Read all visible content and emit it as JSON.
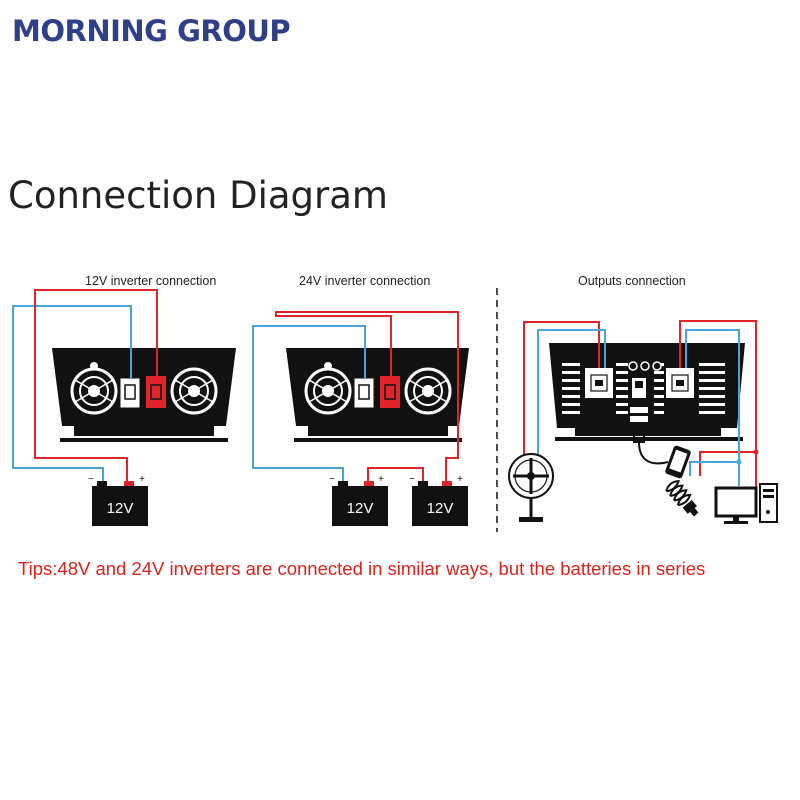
{
  "brand": {
    "name": "MORNING GROUP",
    "color": "#2f3f88"
  },
  "heading": "Connection Diagram",
  "colors": {
    "positive_wire": "#e0242b",
    "negative_wire": "#4aa3d9",
    "device": "#111111",
    "tips": "#d9241c"
  },
  "panels": [
    {
      "title": "12V inverter connection",
      "batteries": [
        {
          "label": "12V"
        }
      ]
    },
    {
      "title": "24V inverter connection",
      "batteries": [
        {
          "label": "12V"
        },
        {
          "label": "12V"
        }
      ]
    },
    {
      "title": "Outputs connection",
      "loads": [
        "fan-icon",
        "usb-plug-icon",
        "phone-icon",
        "light-bulb-icon",
        "monitor-icon",
        "computer-tower-icon"
      ]
    }
  ],
  "terminals": {
    "negative": "−",
    "positive": "+"
  },
  "tips": "Tips:48V and 24V inverters are connected in similar ways, but the batteries in series"
}
